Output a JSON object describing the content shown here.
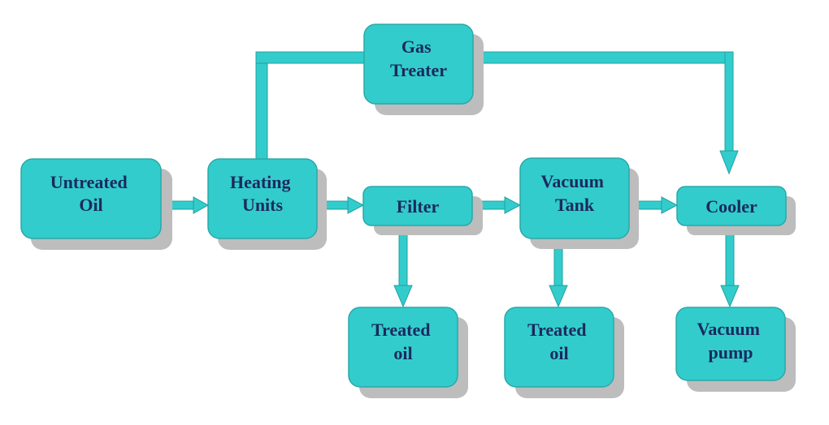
{
  "colors": {
    "box_fill": "#33cccc",
    "box_stroke": "#2aa8a8",
    "shadow": "#bdbdbd",
    "connector": "#33cccc",
    "connector_edge": "#22a0a0",
    "label": "#1b2a5e"
  },
  "nodes": {
    "untreated_oil": [
      "Untreated",
      "Oil"
    ],
    "heating_units": [
      "Heating",
      "Units"
    ],
    "gas_treater": [
      "Gas",
      "Treater"
    ],
    "filter": [
      "Filter"
    ],
    "vacuum_tank": [
      "Vacuum",
      "Tank"
    ],
    "cooler": [
      "Cooler"
    ],
    "treated_oil_1": [
      "Treated",
      "oil"
    ],
    "treated_oil_2": [
      "Treated",
      "oil"
    ],
    "vacuum_pump": [
      "Vacuum",
      "pump"
    ]
  },
  "edges": [
    {
      "from": "untreated_oil",
      "to": "heating_units"
    },
    {
      "from": "heating_units",
      "to": "filter"
    },
    {
      "from": "filter",
      "to": "vacuum_tank"
    },
    {
      "from": "vacuum_tank",
      "to": "cooler"
    },
    {
      "from": "heating_units",
      "to": "gas_treater"
    },
    {
      "from": "gas_treater",
      "to": "cooler"
    },
    {
      "from": "filter",
      "to": "treated_oil_1"
    },
    {
      "from": "vacuum_tank",
      "to": "treated_oil_2"
    },
    {
      "from": "cooler",
      "to": "vacuum_pump"
    }
  ]
}
